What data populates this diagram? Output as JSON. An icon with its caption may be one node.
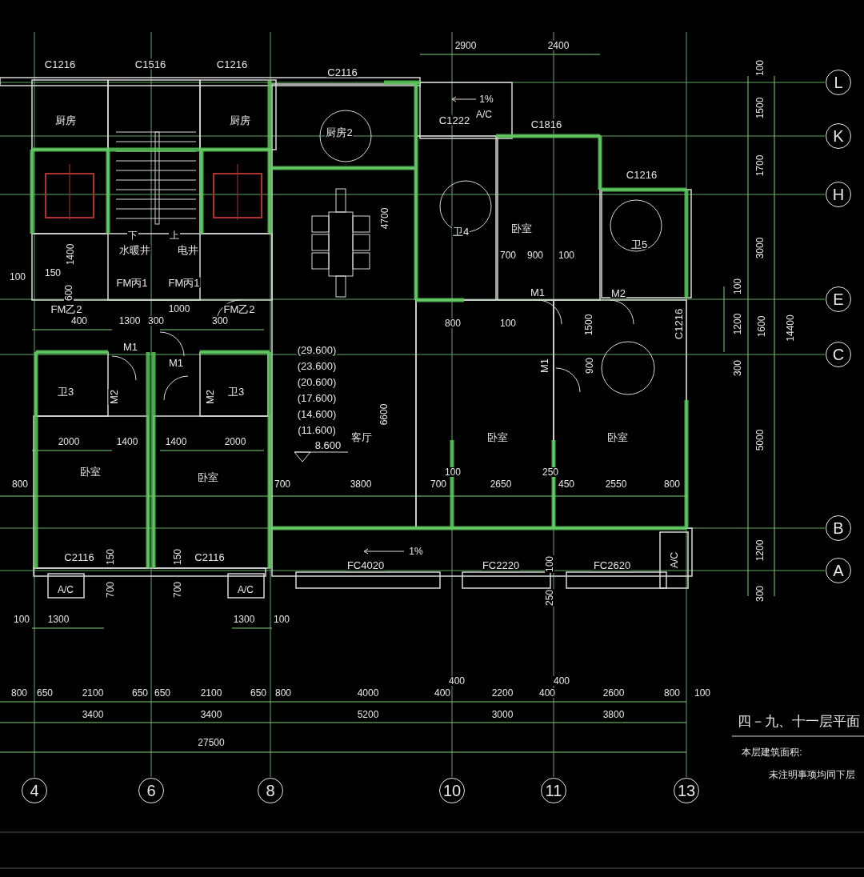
{
  "diagram": {
    "title": "四－九、十一层平面",
    "nodes": [
      {
        "text": [
          "L"
        ]
      },
      {
        "text": [
          "K"
        ]
      },
      {
        "text": [
          "H"
        ]
      },
      {
        "text": [
          "E"
        ]
      },
      {
        "text": [
          "C"
        ]
      },
      {
        "text": [
          "B"
        ]
      },
      {
        "text": [
          "A"
        ]
      },
      {
        "text": [
          "4"
        ]
      },
      {
        "text": [
          "6"
        ]
      },
      {
        "text": [
          "8"
        ]
      },
      {
        "text": [
          "10"
        ]
      },
      {
        "text": [
          "11"
        ]
      },
      {
        "text": [
          "13"
        ]
      }
    ],
    "labels": [
      "C1216",
      "C1516",
      "C1216",
      "2900",
      "2400",
      "C2116",
      "1%",
      "A/C",
      "C1222",
      "C1816",
      "C1216",
      "厨房",
      "厨房",
      "厨房2",
      "4700",
      "卫4",
      "卧室",
      "卫5",
      "下",
      "水暖井",
      "上",
      "电井",
      "1400",
      "100",
      "150",
      "600",
      "FM丙1",
      "FM丙1",
      "700",
      "900",
      "100",
      "M1",
      "M2",
      "FM乙2",
      "FM乙2",
      "400",
      "1300",
      "300",
      "1000",
      "300",
      "800",
      "100",
      "1500",
      "C1216",
      "M1",
      "M1",
      "卫3",
      "M2",
      "M2",
      "卫3",
      "M1",
      "900",
      "(29.600)",
      "(23.600)",
      "(20.600)",
      "(17.600)",
      "(14.600)",
      "(11.600)",
      "8.600",
      "6600",
      "客厅",
      "卧室",
      "卧室",
      "2000",
      "1400",
      "1400",
      "2000",
      "卧室",
      "卧室",
      "800",
      "700",
      "3800",
      "700",
      "100",
      "2650",
      "250",
      "450",
      "2550",
      "800",
      "C2116",
      "150",
      "150",
      "C2116",
      "1%",
      "FC4020",
      "FC2220",
      "100",
      "FC2620",
      "A/C",
      "700",
      "700",
      "A/C",
      "A/C",
      "250",
      "100",
      "1300",
      "1300",
      "100",
      "800",
      "650",
      "2100",
      "650",
      "650",
      "2100",
      "650",
      "800",
      "4000",
      "400",
      "400",
      "2200",
      "400",
      "400",
      "2600",
      "800",
      "100",
      "3400",
      "3400",
      "5200",
      "3000",
      "3800",
      "27500",
      "100",
      "1500",
      "1700",
      "3000",
      "100",
      "1200",
      "1600",
      "14400",
      "300",
      "5000",
      "1200",
      "300",
      "本层建筑面积:",
      "未注明事项均同下层"
    ]
  }
}
